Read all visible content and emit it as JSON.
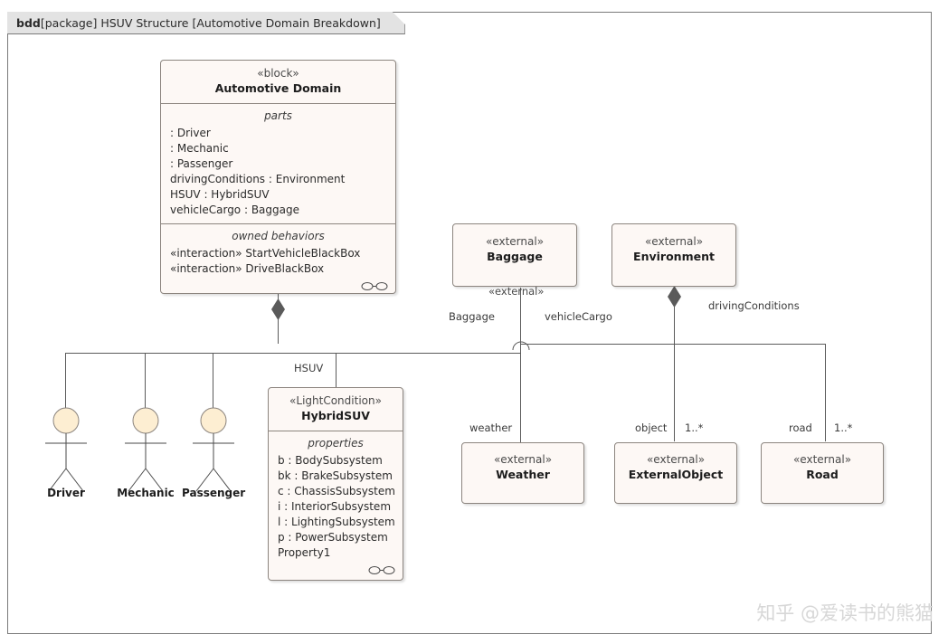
{
  "diagram": {
    "frame_kind": "bdd",
    "frame_scope": "[package] HSUV Structure [Automotive Domain Breakdown]",
    "watermark": "知乎 @爱读书的熊猫"
  },
  "blocks": {
    "automotive_domain": {
      "stereotype": "«block»",
      "name": "Automotive Domain",
      "compartments": [
        {
          "caption": "parts",
          "items": [
            ": Driver",
            ": Mechanic",
            ": Passenger",
            "drivingConditions : Environment",
            "HSUV : HybridSUV",
            "vehicleCargo : Baggage"
          ]
        },
        {
          "caption": "owned behaviors",
          "items": [
            "«interaction» StartVehicleBlackBox",
            "«interaction» DriveBlackBox"
          ],
          "icon": "behavior-icon"
        }
      ]
    },
    "hybrid_suv": {
      "stereotype": "«LightCondition»",
      "name": "HybridSUV",
      "compartments": [
        {
          "caption": "properties",
          "items": [
            "b : BodySubsystem",
            "bk : BrakeSubsystem",
            "c : ChassisSubsystem",
            "i : InteriorSubsystem",
            "l : LightingSubsystem",
            "p : PowerSubsystem",
            "Property1"
          ],
          "icon": "behavior-icon"
        }
      ]
    },
    "baggage": {
      "stereotype": "«external»",
      "name": "Baggage"
    },
    "environment": {
      "stereotype": "«external»",
      "name": "Environment"
    },
    "weather": {
      "stereotype": "«external»",
      "name": "Weather"
    },
    "external_object": {
      "stereotype": "«external»",
      "name": "ExternalObject"
    },
    "road": {
      "stereotype": "«external»",
      "name": "Road"
    }
  },
  "actors": [
    {
      "name": "Driver"
    },
    {
      "name": "Mechanic"
    },
    {
      "name": "Passenger"
    }
  ],
  "edge_labels": {
    "hsuv": "HSUV",
    "baggage_stereotype": "«external»",
    "baggage_role": "Baggage",
    "vehicle_cargo": "vehicleCargo",
    "driving_conditions": "drivingConditions",
    "weather_role": "weather",
    "object_role": "object",
    "object_mult": "1..*",
    "road_role": "road",
    "road_mult": "1..*"
  },
  "colors": {
    "block_fill": "#fdf8f5",
    "block_border": "#8c857f",
    "line": "#5b5b5b",
    "diamond": "#5a5a5a",
    "actor_head": "#fdeed2",
    "frame_tab": "#e3e3e3",
    "watermark": "#d7d7d7"
  }
}
